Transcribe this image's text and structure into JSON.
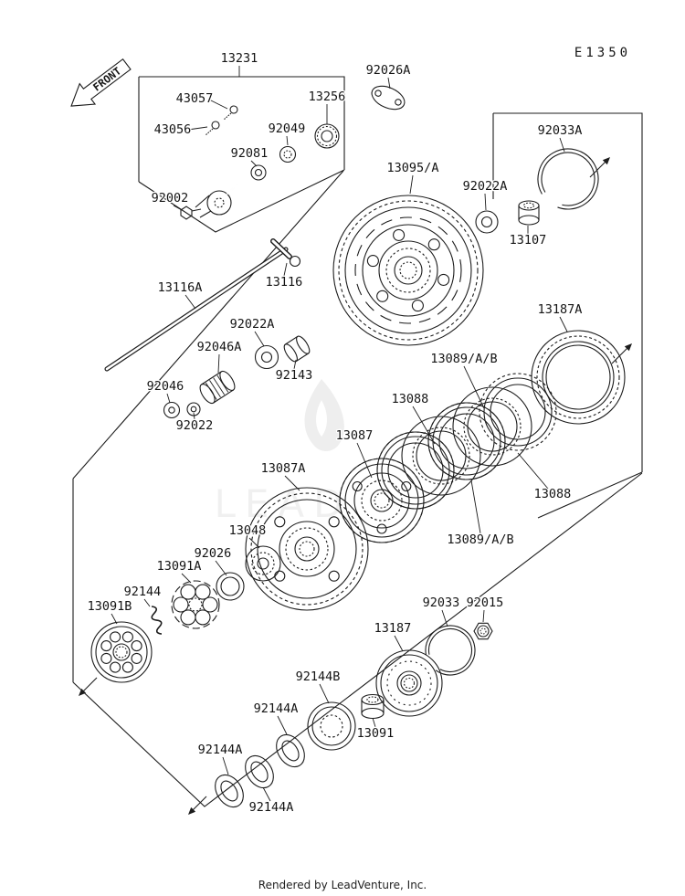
{
  "page": {
    "code": "E1350",
    "front_label": "FRONT",
    "footer": "Rendered by LeadVenture, Inc.",
    "watermark": "LEAD"
  },
  "labels": [
    {
      "text": "13231"
    },
    {
      "text": "92026A"
    },
    {
      "text": "43057"
    },
    {
      "text": "13256"
    },
    {
      "text": "43056"
    },
    {
      "text": "92049"
    },
    {
      "text": "92033A"
    },
    {
      "text": "92081"
    },
    {
      "text": "13095/A"
    },
    {
      "text": "92022A"
    },
    {
      "text": "92002"
    },
    {
      "text": "13107"
    },
    {
      "text": "13116A"
    },
    {
      "text": "13116"
    },
    {
      "text": "13187A"
    },
    {
      "text": "92022A"
    },
    {
      "text": "92046A"
    },
    {
      "text": "13089/A/B"
    },
    {
      "text": "92143"
    },
    {
      "text": "92046"
    },
    {
      "text": "13088"
    },
    {
      "text": "92022"
    },
    {
      "text": "13087"
    },
    {
      "text": "13087A"
    },
    {
      "text": "13088"
    },
    {
      "text": "13048"
    },
    {
      "text": "13089/A/B"
    },
    {
      "text": "92026"
    },
    {
      "text": "13091A"
    },
    {
      "text": "92144"
    },
    {
      "text": "92033"
    },
    {
      "text": "92015"
    },
    {
      "text": "13091B"
    },
    {
      "text": "13187"
    },
    {
      "text": "92144B"
    },
    {
      "text": "92144A"
    },
    {
      "text": "13091"
    },
    {
      "text": "92144A"
    },
    {
      "text": "92144A"
    }
  ]
}
